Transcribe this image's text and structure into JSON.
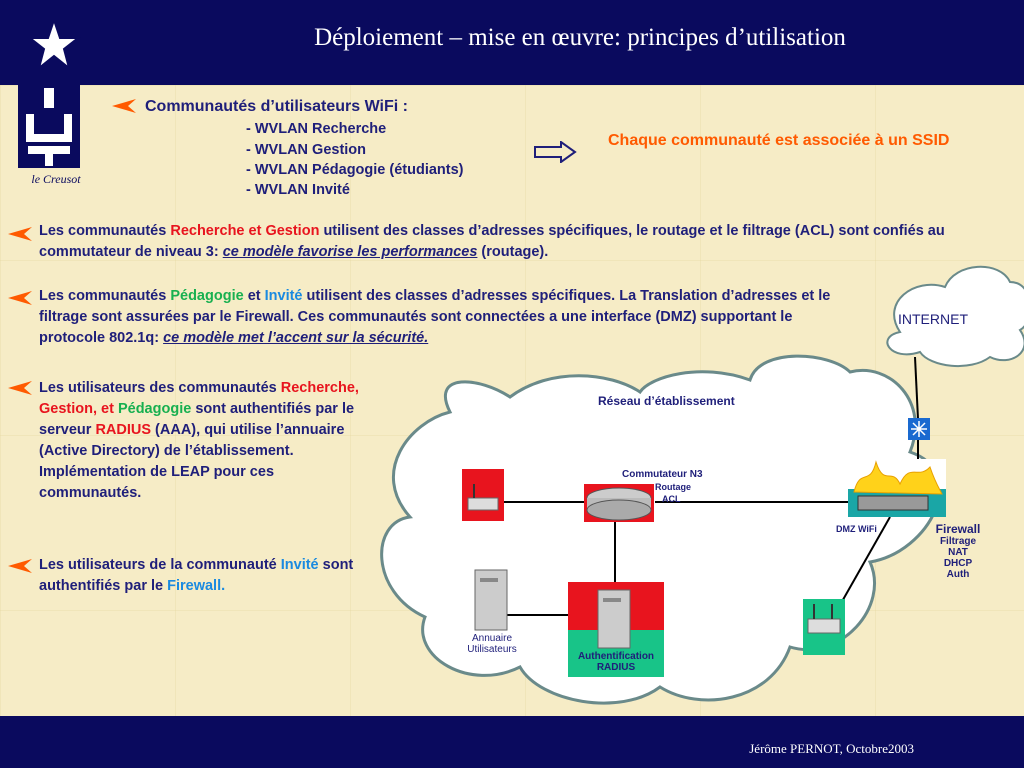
{
  "header": {
    "title": "Déploiement – mise en œuvre: principes d’utilisation"
  },
  "logo": {
    "caption": "le Creusot"
  },
  "footer": {
    "text": "Jérôme PERNOT,  Octobre2003"
  },
  "block1": {
    "heading": "Communautés d’utilisateurs WiFi :",
    "items": [
      "- WVLAN Recherche",
      "- WVLAN Gestion",
      "- WVLAN Pédagogie (étudiants)",
      "- WVLAN Invité"
    ],
    "conclusion": "Chaque communauté est associée à un SSID"
  },
  "p2": {
    "a": "Les communautés ",
    "b": "Recherche et Gestion",
    "c": " utilisent des classes d’adresses spécifiques, le routage et le filtrage (ACL) sont confiés au commutateur de niveau 3: ",
    "d": "ce modèle favorise les performances",
    "e": " (routage)."
  },
  "p3": {
    "a": "Les communautés ",
    "b": "Pédagogie",
    "c": " et ",
    "d": "Invité",
    "e": " utilisent des classes d’adresses spécifiques. La Translation d’adresses et le filtrage sont assurées par le Firewall. Ces communautés sont connectées a une interface (DMZ) supportant le protocole 802.1q: ",
    "f": "ce modèle met l’accent sur la sécurité."
  },
  "p4": {
    "a": "Les utilisateurs des communautés ",
    "b": "Recherche,  Gestion, et ",
    "c": "Pédagogie",
    "d": " sont authentifiés par le serveur ",
    "e": "RADIUS",
    "f": " (AAA), qui utilise l’annuaire (Active Directory) de l’établissement. Implémentation de LEAP pour ces communautés."
  },
  "p5": {
    "a": "Les utilisateurs de la communauté ",
    "b": "Invité",
    "c": " sont authentifiés par le ",
    "d": "Firewall."
  },
  "diagram": {
    "internet": "INTERNET",
    "network": "Réseau d’établissement",
    "switch_title": "Commutateur N3",
    "switch_line1": "Routage",
    "switch_line2": "ACL",
    "dmz": "DMZ WiFi",
    "firewall_title": "Firewall",
    "firewall_items": [
      "Filtrage",
      "NAT",
      "DHCP",
      "Auth"
    ],
    "annuaire": [
      "Annuaire",
      "Utilisateurs"
    ],
    "radius": [
      "Authentification",
      "RADIUS"
    ]
  }
}
